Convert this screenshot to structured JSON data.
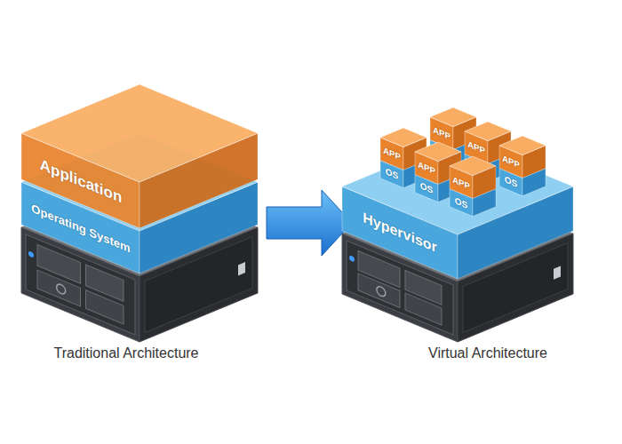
{
  "diagram": {
    "nodes": [
      {
        "text": [
          "Application"
        ]
      },
      {
        "text": [
          "Operating System"
        ]
      },
      {
        "text": [
          "APP",
          "OS"
        ]
      },
      {
        "text": [
          "APP",
          "OS"
        ]
      },
      {
        "text": [
          "APP",
          "OS"
        ]
      },
      {
        "text": [
          "APP",
          "OS"
        ]
      },
      {
        "text": [
          "APP",
          "OS"
        ]
      },
      {
        "text": [
          "APP",
          "OS"
        ]
      },
      {
        "text": [
          "Hypervisor"
        ]
      }
    ],
    "labels": [
      "Traditional Architecture",
      "Virtual Architecture"
    ]
  }
}
